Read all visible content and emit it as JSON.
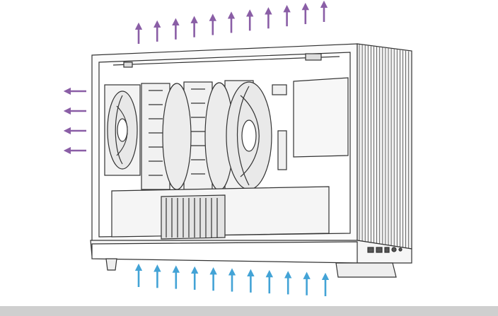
{
  "diagram": {
    "subject": "pc-case-airflow",
    "colors": {
      "exhaust_arrow": "#8a5ea6",
      "intake_arrow": "#43a3d6",
      "line": "#333333",
      "fill_light": "#f2f2f2",
      "fill_mid": "#e4e4e4",
      "footer_bar": "#cfcfcf"
    },
    "exhaust_top_arrow_count": 11,
    "exhaust_rear_arrow_count": 4,
    "intake_bottom_arrow_count": 11
  }
}
